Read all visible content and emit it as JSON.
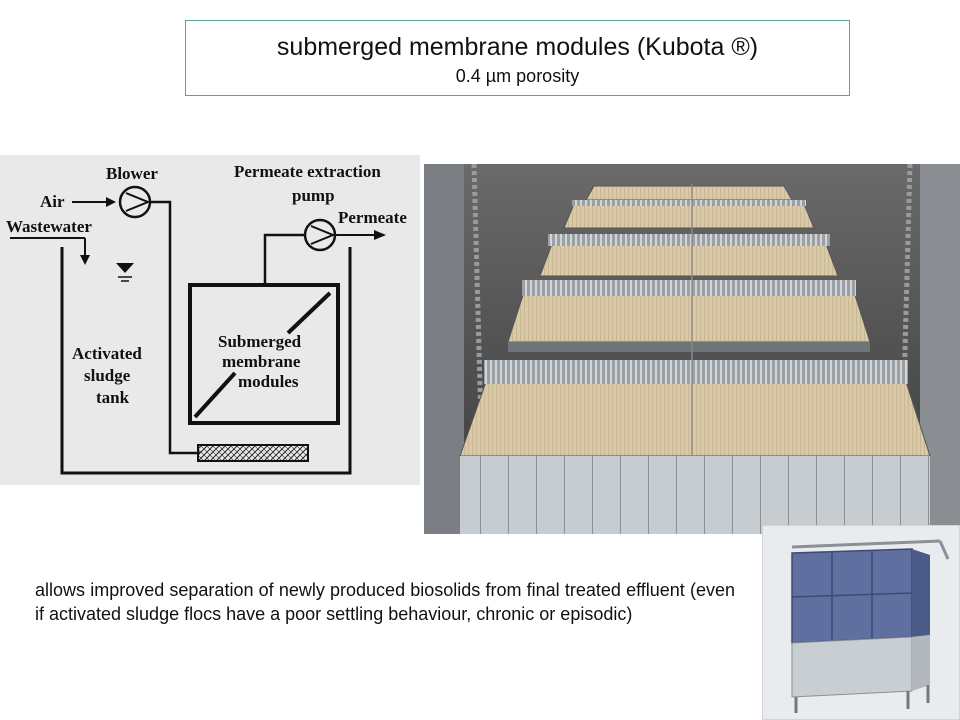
{
  "header": {
    "title": "submerged membrane modules (Kubota ®)",
    "subtitle": "0.4 µm porosity"
  },
  "diagram": {
    "labels": {
      "blower": "Blower",
      "air": "Air",
      "wastewater": "Wastewater",
      "permeate_extraction": "Permeate extraction",
      "pump": "pump",
      "permeate": "Permeate",
      "submerged": "Submerged",
      "membrane": "membrane",
      "modules": "modules",
      "activated": "Activated",
      "sludge": "sludge",
      "tank": "tank"
    }
  },
  "caption": {
    "text": "allows improved separation of newly produced biosolids from final treated effluent (even if activated sludge flocs have a poor settling behaviour, chronic or episodic)"
  }
}
